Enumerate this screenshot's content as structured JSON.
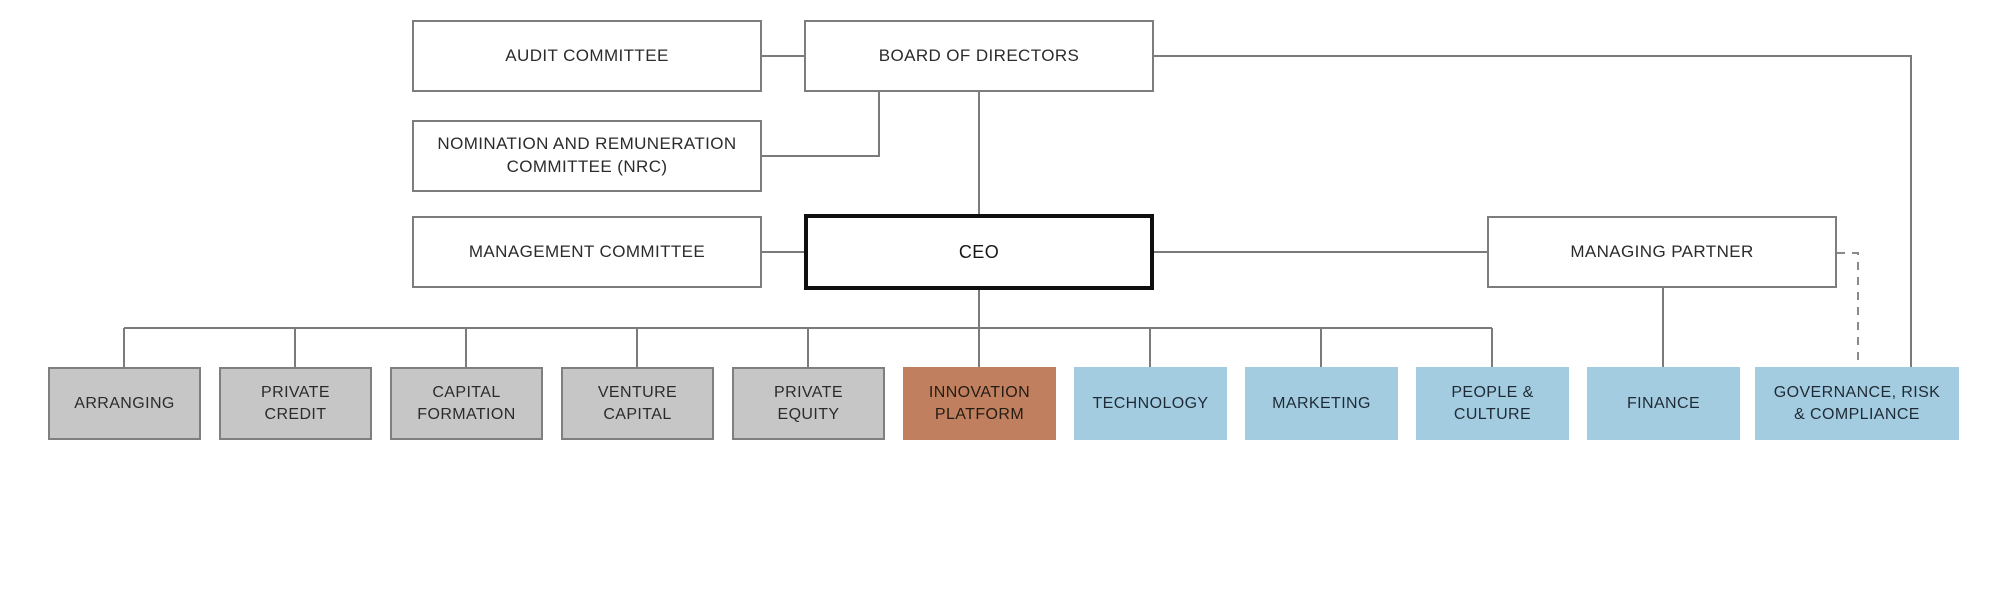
{
  "diagram": {
    "type": "org-chart"
  },
  "palette": {
    "bg": "#ffffff",
    "line_color": "#7b7b7b",
    "dash_color": "#8a8a8a",
    "box_border": "#7d7d7d",
    "ceo_border": "#0f0f0f",
    "white_fill": "#ffffff",
    "gray_fill": "#c6c6c6",
    "gray_border": "#7f7f7f",
    "copper_fill": "#c08060",
    "blue_fill": "#a4cce0",
    "text_dark": "#2b2b2b",
    "text_navy": "#1e2b36",
    "text_copper": "#241b14"
  },
  "nodes": {
    "audit_committee": {
      "label": "AUDIT COMMITTEE",
      "style": "white-outline"
    },
    "board_of_directors": {
      "label": "BOARD OF DIRECTORS",
      "style": "white-outline"
    },
    "nrc": {
      "label": "NOMINATION AND REMUNERATION\nCOMMITTEE (NRC)",
      "style": "white-outline"
    },
    "management_committee": {
      "label": "MANAGEMENT COMMITTEE",
      "style": "white-outline"
    },
    "ceo": {
      "label": "CEO",
      "style": "white-bold-outline"
    },
    "managing_partner": {
      "label": "MANAGING PARTNER",
      "style": "white-outline"
    },
    "arranging": {
      "label": "ARRANGING",
      "style": "gray"
    },
    "private_credit": {
      "label": "PRIVATE\nCREDIT",
      "style": "gray"
    },
    "capital_formation": {
      "label": "CAPITAL\nFORMATION",
      "style": "gray"
    },
    "venture_capital": {
      "label": "VENTURE\nCAPITAL",
      "style": "gray"
    },
    "private_equity": {
      "label": "PRIVATE\nEQUITY",
      "style": "gray"
    },
    "innovation_platform": {
      "label": "INNOVATION\nPLATFORM",
      "style": "copper"
    },
    "technology": {
      "label": "TECHNOLOGY",
      "style": "blue"
    },
    "marketing": {
      "label": "MARKETING",
      "style": "blue"
    },
    "people_culture": {
      "label": "PEOPLE &\nCULTURE",
      "style": "blue"
    },
    "finance": {
      "label": "FINANCE",
      "style": "blue"
    },
    "governance_risk_compliance": {
      "label": "GOVERNANCE, RISK\n& COMPLIANCE",
      "style": "blue"
    }
  },
  "edges": [
    {
      "from": "audit_committee",
      "to": "board_of_directors",
      "style": "solid"
    },
    {
      "from": "board_of_directors",
      "to": "nrc",
      "style": "solid"
    },
    {
      "from": "board_of_directors",
      "to": "ceo",
      "style": "solid"
    },
    {
      "from": "board_of_directors",
      "to": "governance_risk_compliance",
      "style": "solid"
    },
    {
      "from": "management_committee",
      "to": "ceo",
      "style": "solid"
    },
    {
      "from": "ceo",
      "to": "managing_partner",
      "style": "solid"
    },
    {
      "from": "ceo",
      "to": "arranging",
      "style": "solid"
    },
    {
      "from": "ceo",
      "to": "private_credit",
      "style": "solid"
    },
    {
      "from": "ceo",
      "to": "capital_formation",
      "style": "solid"
    },
    {
      "from": "ceo",
      "to": "venture_capital",
      "style": "solid"
    },
    {
      "from": "ceo",
      "to": "private_equity",
      "style": "solid"
    },
    {
      "from": "ceo",
      "to": "innovation_platform",
      "style": "solid"
    },
    {
      "from": "ceo",
      "to": "technology",
      "style": "solid"
    },
    {
      "from": "ceo",
      "to": "marketing",
      "style": "solid"
    },
    {
      "from": "ceo",
      "to": "people_culture",
      "style": "solid"
    },
    {
      "from": "managing_partner",
      "to": "finance",
      "style": "solid"
    },
    {
      "from": "managing_partner",
      "to": "governance_risk_compliance",
      "style": "dashed"
    }
  ]
}
